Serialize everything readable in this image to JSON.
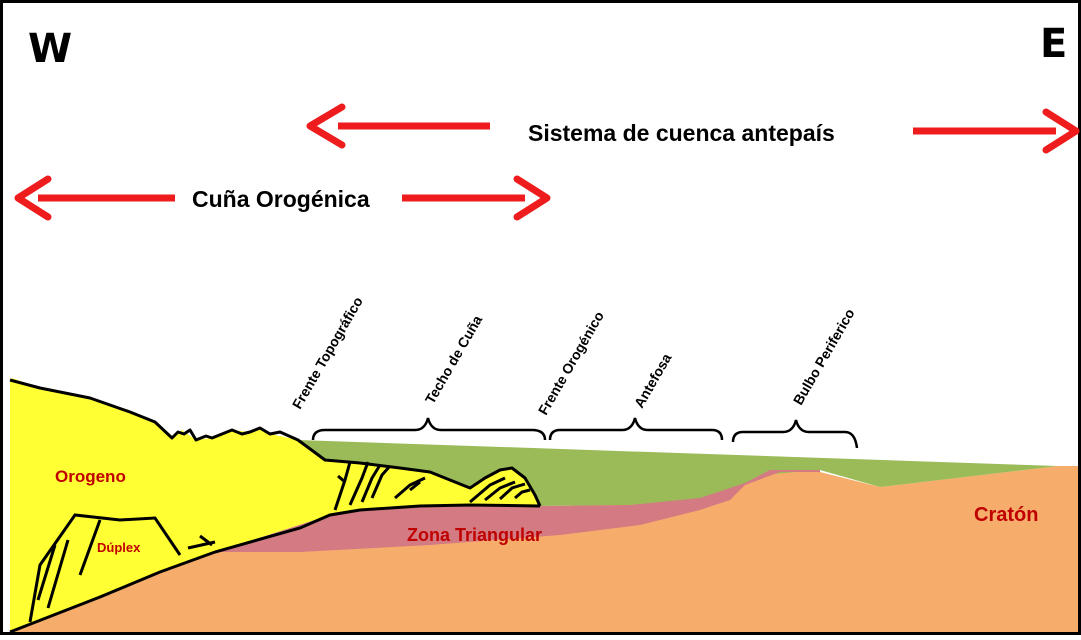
{
  "directions": {
    "west": "W",
    "east": "E"
  },
  "spans": {
    "foreland": "Sistema de cuenca antepaís",
    "wedge": "Cuña Orogénica"
  },
  "bracket_labels": {
    "frente_topografico": "Frente  Topográfico",
    "techo_cuna": "Techo de Cuña",
    "frente_orogenico": "Frente Orogénico",
    "antefosa": "Antefosa",
    "bulbo": "Bulbo Periferico"
  },
  "units": {
    "orogeno": "Orogeno",
    "duplex": "Dúplex",
    "zona_triangular": "Zona Triangular",
    "craton": "Cratón"
  },
  "colors": {
    "arrow": "#ee1c1c",
    "orogen": "#ffff33",
    "foredeep": "#9bbb59",
    "triangle_zone": "#d37a83",
    "craton": "#f6ad6b",
    "craton_text": "#c00000"
  }
}
